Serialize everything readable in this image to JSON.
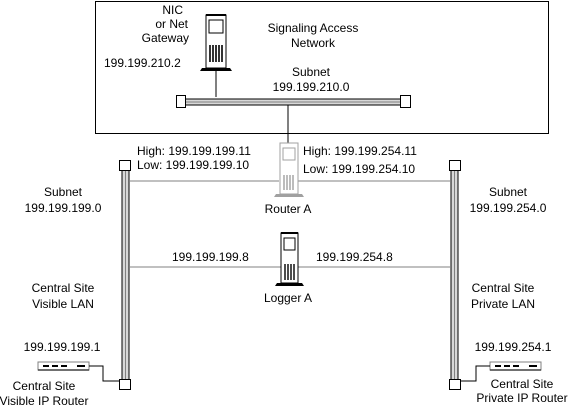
{
  "network": {
    "title_line1": "Signaling Access",
    "title_line2": "Network"
  },
  "gateway": {
    "label_line1": "NIC",
    "label_line2": "or Net",
    "label_line3": "Gateway",
    "ip": "199.199.210.2"
  },
  "access_subnet": {
    "label": "Subnet",
    "ip": "199.199.210.0"
  },
  "router_a": {
    "name": "Router A",
    "left_high": "High: 199.199.199.11",
    "left_low": "Low: 199.199.199.10",
    "right_high": "High: 199.199.254.11",
    "right_low": "Low: 199.199.254.10"
  },
  "logger_a": {
    "name": "Logger A",
    "left_ip": "199.199.199.8",
    "right_ip": "199.199.254.8"
  },
  "visible_lan": {
    "subnet_label": "Subnet",
    "subnet_ip": "199.199.199.0",
    "label_line1": "Central Site",
    "label_line2": "Visible LAN",
    "router_ip": "199.199.199.1",
    "router_line1": "Central Site",
    "router_line2": "Visible IP Router"
  },
  "private_lan": {
    "subnet_label": "Subnet",
    "subnet_ip": "199.199.254.0",
    "label_line1": "Central Site",
    "label_line2": "Private LAN",
    "router_ip": "199.199.254.1",
    "router_line1": "Central Site",
    "router_line2": "Private IP Router"
  }
}
